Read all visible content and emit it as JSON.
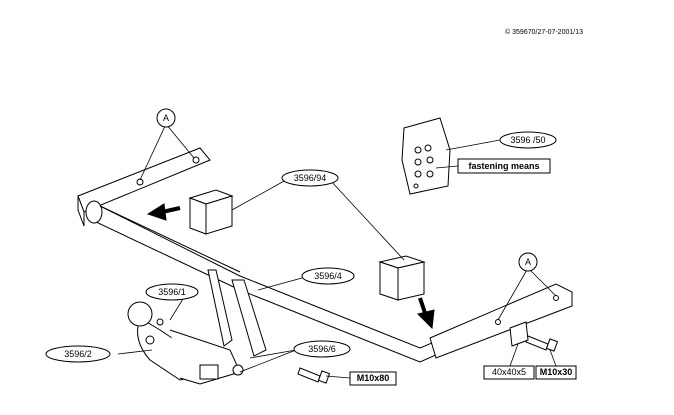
{
  "copyright": "© 359670/27-07-2001/13",
  "callouts": {
    "a_left": "A",
    "a_right": "A",
    "part_3596_50": "3596 /50",
    "fastening_means": "fastening means",
    "part_3596_94": "3596/94",
    "part_3596_4": "3596/4",
    "part_3596_1": "3596/1",
    "part_3596_2": "3596/2",
    "part_3596_6": "3596/6",
    "bolt_m10x80": "M10x80",
    "plate_40x40x5": "40x40x5",
    "bolt_m10x30": "M10x30"
  }
}
